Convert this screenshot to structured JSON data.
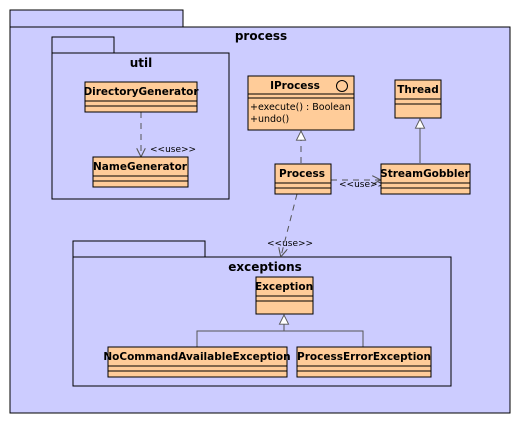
{
  "colors": {
    "package_fill": "#ccccff",
    "class_fill": "#ffcc99",
    "stroke": "#000000",
    "edge": "#555555"
  },
  "packages": {
    "process": "process",
    "util": "util",
    "exceptions": "exceptions"
  },
  "classes": {
    "directory_generator": {
      "name": "DirectoryGenerator"
    },
    "name_generator": {
      "name": "NameGenerator"
    },
    "iprocess": {
      "name": "IProcess",
      "members": [
        "+execute() : Boolean",
        "+undo()"
      ]
    },
    "thread": {
      "name": "Thread"
    },
    "process": {
      "name": "Process"
    },
    "stream_gobbler": {
      "name": "StreamGobbler"
    },
    "exception": {
      "name": "Exception"
    },
    "no_command_available_exception": {
      "name": "NoCommandAvailableException"
    },
    "process_error_exception": {
      "name": "ProcessErrorException"
    }
  },
  "relations": {
    "use_label": "<<use>>"
  }
}
